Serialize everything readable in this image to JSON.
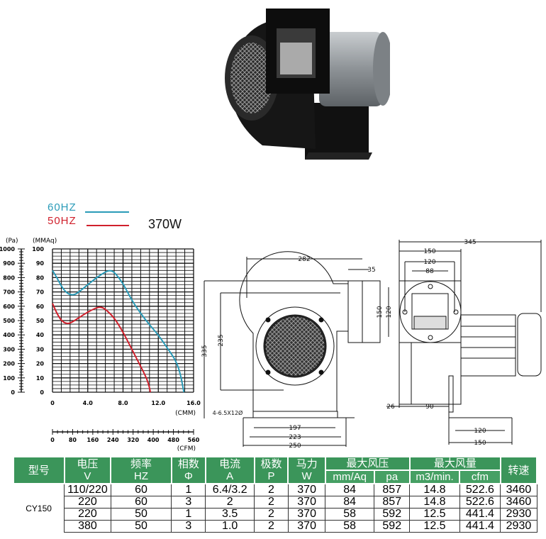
{
  "legend": {
    "hz60": "60HZ",
    "hz50": "50HZ",
    "power": "370W",
    "colors": {
      "hz60": "#2a9bb8",
      "hz50": "#d0202c"
    }
  },
  "chart_data": {
    "type": "line",
    "title": "",
    "xlabel": "(CMM)",
    "x2label": "(CFM)",
    "ylabel": "(MMAq)",
    "y2label": "(Pa)",
    "xlim": [
      0,
      16
    ],
    "ylim": [
      0,
      100
    ],
    "x2lim": [
      0,
      560
    ],
    "y2lim": [
      0,
      1000
    ],
    "xticks": [
      "0",
      "4.0",
      "8.0",
      "12.0",
      "16.0"
    ],
    "yticks": [
      "0",
      "10",
      "20",
      "30",
      "40",
      "50",
      "60",
      "70",
      "80",
      "90",
      "100"
    ],
    "x2ticks": [
      "0",
      "80",
      "160",
      "240",
      "320",
      "400",
      "480",
      "560"
    ],
    "y2ticks": [
      "0",
      "100",
      "200",
      "300",
      "400",
      "500",
      "600",
      "700",
      "800",
      "900",
      "1000"
    ],
    "grid": true,
    "series": [
      {
        "name": "60HZ",
        "color": "#2a9bb8",
        "x": [
          0,
          0.5,
          1,
          1.5,
          2,
          2.5,
          3,
          4,
          5,
          6,
          6.5,
          7,
          8,
          9,
          10,
          11,
          12,
          13,
          14,
          14.5,
          14.9
        ],
        "y": [
          85,
          80,
          74,
          70,
          68,
          68,
          70,
          75,
          80,
          84,
          85,
          84,
          76,
          64,
          55,
          47,
          40,
          31,
          22,
          13,
          0
        ]
      },
      {
        "name": "50HZ",
        "color": "#d0202c",
        "x": [
          0,
          0.5,
          1,
          1.5,
          2,
          3,
          4,
          5,
          5.5,
          6,
          7,
          8,
          9,
          10,
          10.5,
          10.9,
          11.1
        ],
        "y": [
          62,
          55,
          50,
          48,
          48,
          52,
          56,
          59,
          59.5,
          58,
          52,
          42,
          30,
          18,
          12,
          6,
          0
        ]
      }
    ]
  },
  "drawing": {
    "front": {
      "d282": "282",
      "d35": "35",
      "d150": "150",
      "d235": "235",
      "d335": "335",
      "holes": "4-6.5X12Ø",
      "d197": "197",
      "d223": "223",
      "d250": "250"
    },
    "side": {
      "d345": "345",
      "d150": "150",
      "d120": "120",
      "d88": "88",
      "d120v": "120",
      "d26": "26",
      "d90": "90",
      "d120b": "120",
      "d150b": "150"
    }
  },
  "table": {
    "headers": {
      "model": "型号",
      "voltage": [
        "电压",
        "V"
      ],
      "freq": [
        "频率",
        "HZ"
      ],
      "phase": [
        "相数",
        "Φ"
      ],
      "current": [
        "电流",
        "A"
      ],
      "poles": [
        "极数",
        "P"
      ],
      "power": [
        "马力",
        "W"
      ],
      "pressure": "最大风压",
      "flow": "最大风量",
      "speed": "转速",
      "mmaq": "mm/Aq",
      "pa": "pa",
      "m3min": "m3/min.",
      "cfm": "cfm"
    },
    "model": "CY150",
    "rows": [
      [
        "110/220",
        "60",
        "1",
        "6.4/3.2",
        "2",
        "370",
        "84",
        "857",
        "14.8",
        "522.6",
        "3460"
      ],
      [
        "220",
        "60",
        "3",
        "2",
        "2",
        "370",
        "84",
        "857",
        "14.8",
        "522.6",
        "3460"
      ],
      [
        "220",
        "50",
        "1",
        "3.5",
        "2",
        "370",
        "58",
        "592",
        "12.5",
        "441.4",
        "2930"
      ],
      [
        "380",
        "50",
        "3",
        "1.0",
        "2",
        "370",
        "58",
        "592",
        "12.5",
        "441.4",
        "2930"
      ]
    ]
  }
}
